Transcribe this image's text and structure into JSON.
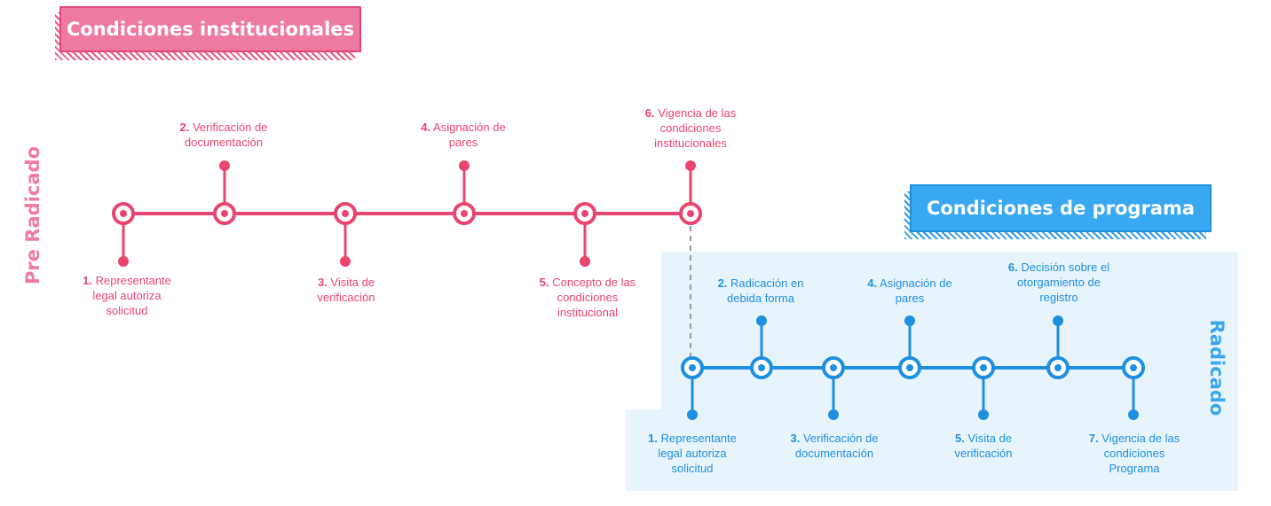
{
  "banners": {
    "institucional": "Condiciones institucionales",
    "programa": "Condiciones de programa"
  },
  "side_labels": {
    "pre_radicado": "Pre Radicado",
    "radicado": "Radicado"
  },
  "pre_radicado_steps": [
    {
      "number": "1.",
      "line1": "Representante",
      "line2": "legal autoriza",
      "line3": "solicitud"
    },
    {
      "number": "2.",
      "line1": "Verificación de",
      "line2": "documentación",
      "line3": ""
    },
    {
      "number": "3.",
      "line1": "Visita de",
      "line2": "verificación",
      "line3": ""
    },
    {
      "number": "4.",
      "line1": "Asignación de",
      "line2": "pares",
      "line3": ""
    },
    {
      "number": "5.",
      "line1": "Concepto de las",
      "line2": "condiciones",
      "line3": "institucional"
    },
    {
      "number": "6.",
      "line1": "Vigencia de las",
      "line2": "condiciones",
      "line3": "institucionales"
    }
  ],
  "radicado_steps": [
    {
      "number": "1.",
      "line1": "Representante",
      "line2": "legal autoriza",
      "line3": "solicitud"
    },
    {
      "number": "2.",
      "line1": "Radicación en",
      "line2": "debida forma",
      "line3": ""
    },
    {
      "number": "3.",
      "line1": "Verificación de",
      "line2": "documentación",
      "line3": ""
    },
    {
      "number": "4.",
      "line1": "Asignación de",
      "line2": "pares",
      "line3": ""
    },
    {
      "number": "5.",
      "line1": "Visita de",
      "line2": "verificación",
      "line3": ""
    },
    {
      "number": "6.",
      "line1": "Decisión sobre el",
      "line2": "otorgamiento de",
      "line3": "registro"
    },
    {
      "number": "7.",
      "line1": "Vigencia de las",
      "line2": "condiciones",
      "line3": "Programa"
    }
  ],
  "colors": {
    "pink": "#e8456f",
    "blue": "#1f8fe0",
    "panel": "#e8f4fc"
  }
}
